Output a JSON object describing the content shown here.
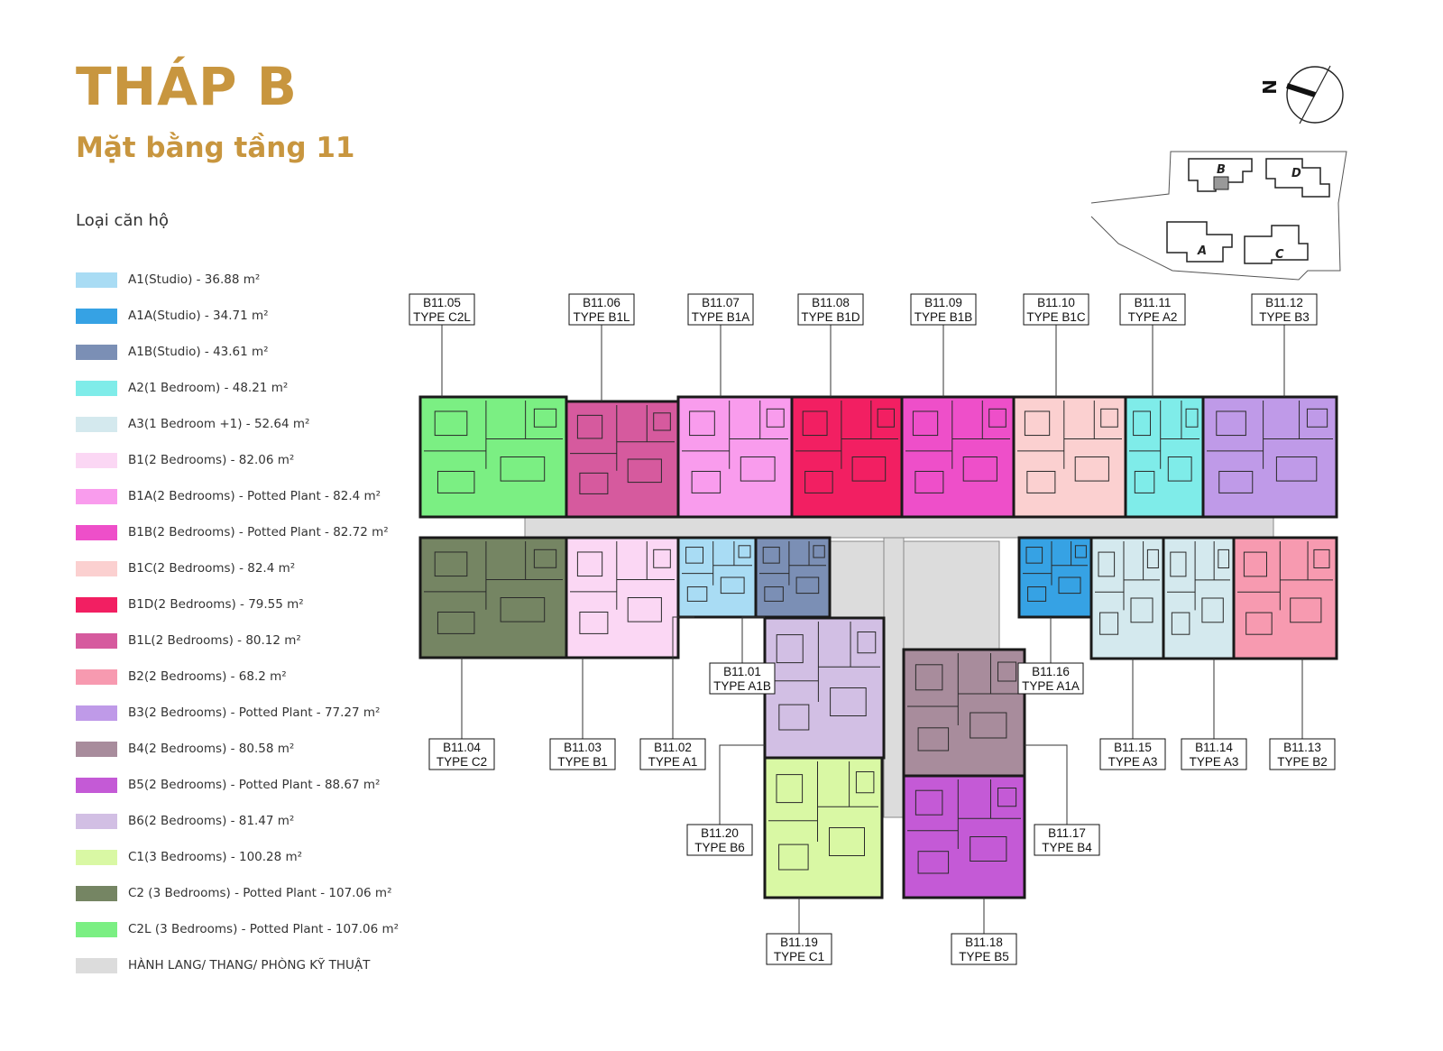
{
  "header": {
    "title": "THÁP B",
    "subtitle": "Mặt bằng tầng 11"
  },
  "legend": {
    "heading": "Loại căn hộ",
    "items": [
      {
        "label": "A1(Studio) - 36.88 m²",
        "color": "#a9dcf4"
      },
      {
        "label": "A1A(Studio) - 34.71 m²",
        "color": "#36a2e4"
      },
      {
        "label": "A1B(Studio) - 43.61 m²",
        "color": "#7b8fb5"
      },
      {
        "label": "A2(1 Bedroom) - 48.21 m²",
        "color": "#7fece9"
      },
      {
        "label": "A3(1 Bedroom +1) - 52.64 m²",
        "color": "#d4e9ee"
      },
      {
        "label": "B1(2 Bedrooms) - 82.06 m²",
        "color": "#fbd7f4"
      },
      {
        "label": "B1A(2 Bedrooms) - Potted Plant - 82.4 m²",
        "color": "#f99ced"
      },
      {
        "label": "B1B(2 Bedrooms) - Potted Plant - 82.72 m²",
        "color": "#ee4fc9"
      },
      {
        "label": "B1C(2 Bedrooms) - 82.4 m²",
        "color": "#fbd0d0"
      },
      {
        "label": "B1D(2 Bedrooms) - 79.55 m²",
        "color": "#f21f62"
      },
      {
        "label": "B1L(2 Bedrooms) - 80.12 m²",
        "color": "#d65a9e"
      },
      {
        "label": "B2(2 Bedrooms) - 68.2 m²",
        "color": "#f79ab0"
      },
      {
        "label": "B3(2 Bedrooms) - Potted Plant - 77.27 m²",
        "color": "#bf9ae8"
      },
      {
        "label": "B4(2 Bedrooms) - 80.58 m²",
        "color": "#a88c9c"
      },
      {
        "label": "B5(2 Bedrooms) - Potted Plant - 88.67 m²",
        "color": "#c45ad6"
      },
      {
        "label": "B6(2 Bedrooms) - 81.47 m²",
        "color": "#d2bfe4"
      },
      {
        "label": "C1(3 Bedrooms) - 100.28 m²",
        "color": "#d9f8a4"
      },
      {
        "label": "C2 (3 Bedrooms) - Potted Plant - 107.06 m²",
        "color": "#758563"
      },
      {
        "label": "C2L (3 Bedrooms) - Potted Plant - 107.06 m²",
        "color": "#7bef83"
      },
      {
        "label": "HÀNH LANG/ THANG/ PHÒNG KỸ THUẬT",
        "color": "#dcdcdc"
      }
    ]
  },
  "compass": {
    "label": "N"
  },
  "keyplan": {
    "towers": [
      "B",
      "D",
      "A",
      "C"
    ]
  },
  "units": [
    {
      "code": "B11.05",
      "type": "TYPE C2L",
      "color": "#7bef83"
    },
    {
      "code": "B11.06",
      "type": "TYPE B1L",
      "color": "#d65a9e"
    },
    {
      "code": "B11.07",
      "type": "TYPE B1A",
      "color": "#f99ced"
    },
    {
      "code": "B11.08",
      "type": "TYPE B1D",
      "color": "#f21f62"
    },
    {
      "code": "B11.09",
      "type": "TYPE B1B",
      "color": "#ee4fc9"
    },
    {
      "code": "B11.10",
      "type": "TYPE B1C",
      "color": "#fbd0d0"
    },
    {
      "code": "B11.11",
      "type": "TYPE A2",
      "color": "#7fece9"
    },
    {
      "code": "B11.12",
      "type": "TYPE B3",
      "color": "#bf9ae8"
    },
    {
      "code": "B11.04",
      "type": "TYPE C2",
      "color": "#758563"
    },
    {
      "code": "B11.03",
      "type": "TYPE B1",
      "color": "#fbd7f4"
    },
    {
      "code": "B11.02",
      "type": "TYPE A1",
      "color": "#a9dcf4"
    },
    {
      "code": "B11.01",
      "type": "TYPE A1B",
      "color": "#7b8fb5"
    },
    {
      "code": "B11.16",
      "type": "TYPE A1A",
      "color": "#36a2e4"
    },
    {
      "code": "B11.15",
      "type": "TYPE A3",
      "color": "#d4e9ee"
    },
    {
      "code": "B11.14",
      "type": "TYPE A3",
      "color": "#d4e9ee"
    },
    {
      "code": "B11.13",
      "type": "TYPE B2",
      "color": "#f79ab0"
    },
    {
      "code": "B11.20",
      "type": "TYPE B6",
      "color": "#d2bfe4"
    },
    {
      "code": "B11.17",
      "type": "TYPE B4",
      "color": "#a88c9c"
    },
    {
      "code": "B11.19",
      "type": "TYPE C1",
      "color": "#d9f8a4"
    },
    {
      "code": "B11.18",
      "type": "TYPE B5",
      "color": "#c45ad6"
    }
  ],
  "colors": {
    "corridor": "#dcdcdc",
    "title": "#c8963f"
  }
}
